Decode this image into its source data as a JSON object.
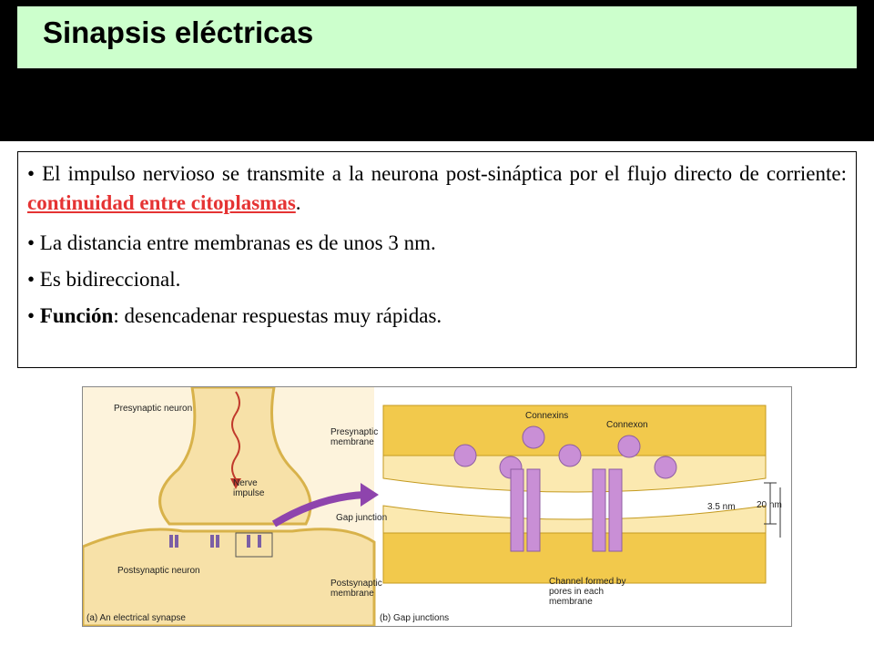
{
  "slide": {
    "title": "Sinapsis eléctricas",
    "bullets": [
      {
        "pre": "• El impulso nervioso se transmite a la neurona post-sináptica por el flujo directo de corriente: ",
        "highlight": "continuidad entre citoplasmas",
        "post": "."
      },
      {
        "text": "• La distancia entre membranas es de unos 3 nm."
      },
      {
        "text": "• Es bidireccional."
      },
      {
        "pre": "• ",
        "bold": "Función",
        "post": ": desencadenar respuestas muy rápidas."
      }
    ]
  },
  "figure": {
    "left": {
      "presynaptic_neuron": "Presynaptic neuron",
      "nerve_impulse": "Nerve impulse",
      "postsynaptic_neuron": "Postsynaptic neuron",
      "caption": "(a) An electrical synapse"
    },
    "right": {
      "connexins": "Connexins",
      "connexon": "Connexon",
      "presynaptic_membrane": "Presynaptic membrane",
      "gap_junction": "Gap junction",
      "postsynaptic_membrane": "Postsynaptic membrane",
      "channel": "Channel formed by pores in each membrane",
      "dim_small": "3.5 nm",
      "dim_large": "20 nm",
      "caption": "(b) Gap junctions"
    }
  },
  "colors": {
    "title_bg": "#ccffcc",
    "highlight": "#e53333",
    "membrane": "#f2c94c",
    "connexon": "#c98fd6"
  }
}
